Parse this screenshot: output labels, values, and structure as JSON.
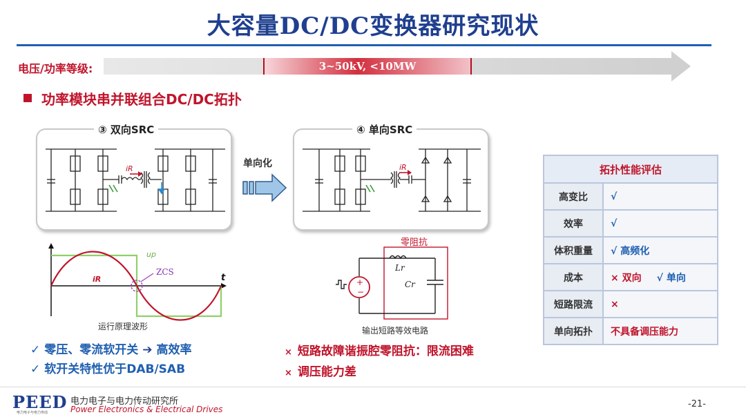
{
  "header": {
    "title": "大容量DC/DC变换器研究现状"
  },
  "voltage_scale": {
    "label": "电压/功率等级:",
    "range": "3~50kV, <10MW"
  },
  "section": {
    "title": "功率模块串并联组合DC/DC拓扑"
  },
  "topologies": {
    "bidirectional_label": "③ 双向SRC",
    "unidirectional_label": "④ 单向SRC",
    "transform_label": "单向化",
    "ir_label": "iR",
    "ir_label_2": "iR"
  },
  "waveform": {
    "up_label": "up",
    "ir_label": "iR",
    "zcs_label": "ZCS",
    "t_label": "t",
    "caption": "运行原理波形"
  },
  "equivalent_circuit": {
    "zero_impedance_label": "零阻抗",
    "lr_label": "Lr",
    "cr_label": "Cr",
    "caption": "输出短路等效电路"
  },
  "advantages": [
    {
      "mark": "✓",
      "text_a": "零压、零流软开关",
      "arrow": "➔",
      "text_b": "高效率"
    },
    {
      "mark": "✓",
      "text_a": "软开关特性优于DAB/SAB"
    }
  ],
  "drawbacks": [
    {
      "mark": "×",
      "text": "短路故障谐振腔零阻抗：限流困难"
    },
    {
      "mark": "×",
      "text": "调压能力差"
    }
  ],
  "evaluation_table": {
    "header": "拓扑性能评估",
    "rows": [
      {
        "key": "高变比",
        "value": "√"
      },
      {
        "key": "效率",
        "value": "√"
      },
      {
        "key": "体积重量",
        "value": "√ 高频化"
      },
      {
        "key": "成本",
        "value_a": "× 双向",
        "value_b": "√ 单向"
      },
      {
        "key": "短路限流",
        "value": "×"
      },
      {
        "key": "单向拓扑",
        "value": "不具备调压能力"
      }
    ]
  },
  "footer": {
    "logo": "PEED",
    "logo_small": "电力电子与电力传动",
    "org_cn": "电力电子与电力传动研究所",
    "org_en": "Power Electronics & Electrical Drives",
    "page_number": "-21-"
  },
  "colors": {
    "title_blue": "#1f3f8f",
    "accent_red": "#c0142b",
    "check_blue": "#1f5fb0"
  }
}
